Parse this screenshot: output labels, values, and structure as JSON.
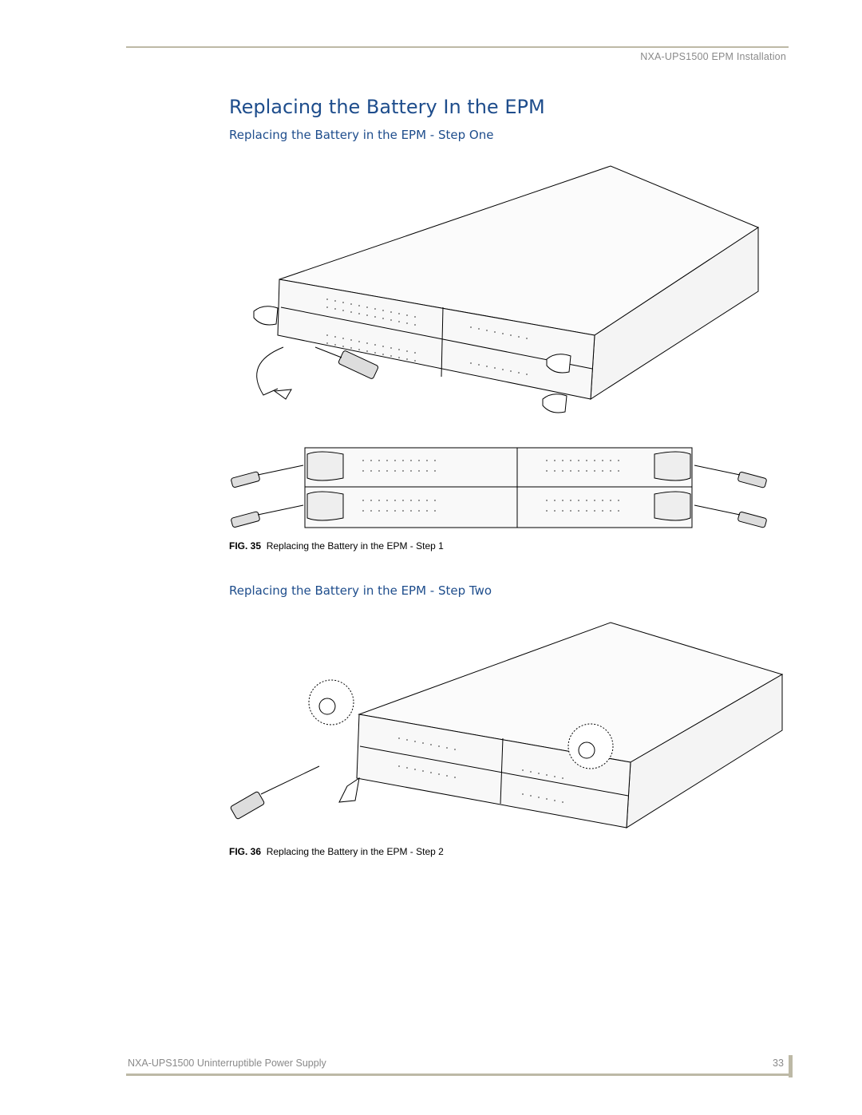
{
  "header": {
    "running_title": "NXA-UPS1500 EPM Installation"
  },
  "section": {
    "title": "Replacing the Battery In the EPM",
    "step_one_heading": "Replacing the Battery in the EPM - Step One",
    "step_two_heading": "Replacing the Battery in the EPM - Step Two"
  },
  "figures": [
    {
      "label": "FIG. 35",
      "caption": "Replacing the Battery in the EPM - Step 1"
    },
    {
      "label": "FIG. 36",
      "caption": "Replacing the Battery in the EPM - Step 2"
    }
  ],
  "footer": {
    "product": "NXA-UPS1500 Uninterruptible Power Supply",
    "page_number": "33"
  },
  "colors": {
    "heading": "#1e4d8c",
    "rule": "#bdb9a6",
    "muted_text": "#8a8a8a"
  }
}
